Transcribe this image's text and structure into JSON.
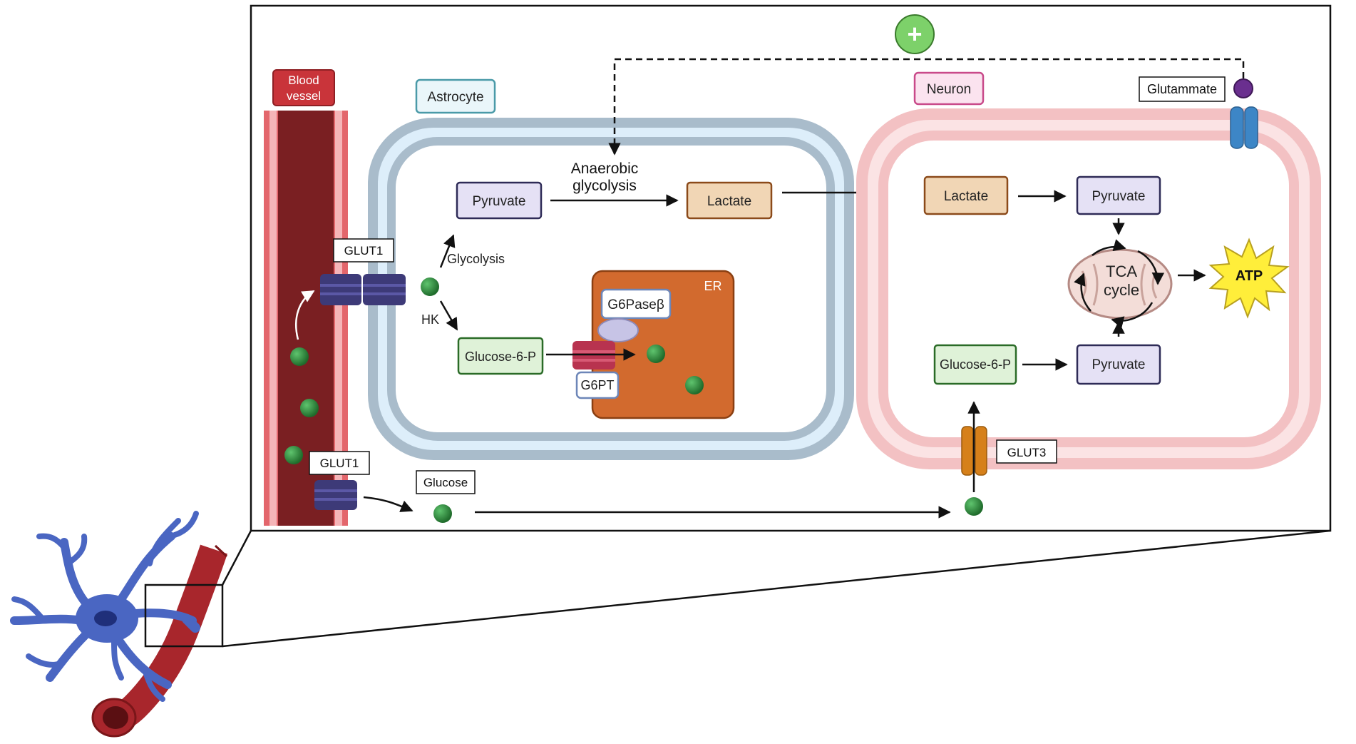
{
  "labels": {
    "blood_vessel_line1": "Blood",
    "blood_vessel_line2": "vessel",
    "astrocyte": "Astrocyte",
    "neuron": "Neuron",
    "glutamate": "Glutammate",
    "plus": "+",
    "anaerobic_line1": "Anaerobic",
    "anaerobic_line2": "glycolysis",
    "glycolysis": "Glycolysis",
    "hk": "HK",
    "glut1_upper": "GLUT1",
    "glut1_lower": "GLUT1",
    "glut3": "GLUT3",
    "glucose": "Glucose",
    "er": "ER",
    "g6pase": "G6Paseβ",
    "g6pt": "G6PT",
    "tca_line1": "TCA",
    "tca_line2": "cycle",
    "atp": "ATP"
  },
  "astrocyte_boxes": {
    "pyruvate": "Pyruvate",
    "lactate": "Lactate",
    "glucose6p": "Glucose-6-P"
  },
  "neuron_boxes": {
    "lactate": "Lactate",
    "pyruvate_top": "Pyruvate",
    "glucose6p": "Glucose-6-P",
    "pyruvate_bottom": "Pyruvate"
  },
  "colors": {
    "blood": "#7a1f22",
    "blood_edge": "#e06a6f",
    "astro_membrane": "#a9bccb",
    "astro_fill": "#ddeefa",
    "neuron_membrane": "#f3c1c3",
    "er_fill": "#d26a2e",
    "glucose": "#2e8b3c",
    "transporter": "#3d3a78",
    "glut3": "#d6801a",
    "glutamate_receptor": "#3d86c6",
    "glutamate": "#6a2f8f",
    "plus": "#7dd16a",
    "atp": "#ffee3a",
    "astro_cell": "#4a66c2"
  }
}
